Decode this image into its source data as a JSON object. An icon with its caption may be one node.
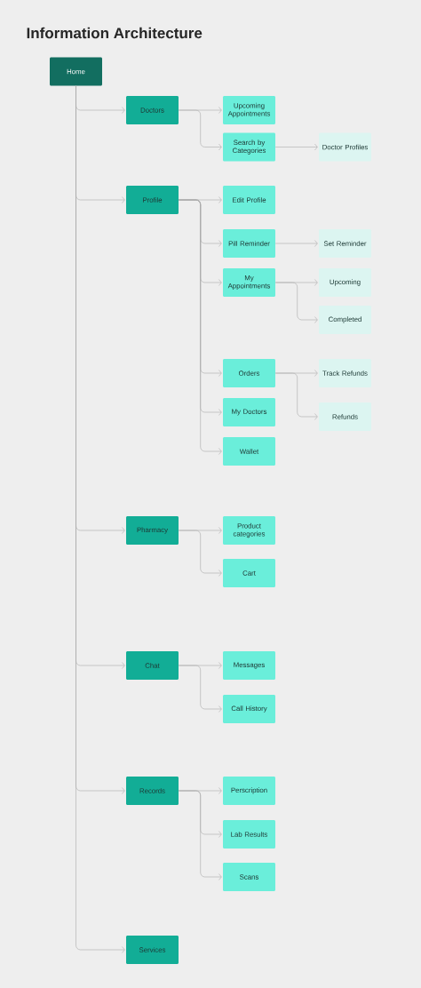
{
  "diagram": {
    "title": "Information Architecture",
    "nodes": [
      {
        "text": [
          "Home"
        ]
      },
      {
        "text": [
          "Doctors"
        ]
      },
      {
        "text": [
          "Upcoming Appointments"
        ]
      },
      {
        "text": [
          "Search by Categories"
        ]
      },
      {
        "text": [
          "Doctor Profiles"
        ]
      },
      {
        "text": [
          "Profile"
        ]
      },
      {
        "text": [
          "Edit Profile"
        ]
      },
      {
        "text": [
          "Pill Reminder"
        ]
      },
      {
        "text": [
          "Set Reminder"
        ]
      },
      {
        "text": [
          "My Appointments"
        ]
      },
      {
        "text": [
          "Upcoming"
        ]
      },
      {
        "text": [
          "Completed"
        ]
      },
      {
        "text": [
          "Orders"
        ]
      },
      {
        "text": [
          "Track Refunds"
        ]
      },
      {
        "text": [
          "Refunds"
        ]
      },
      {
        "text": [
          "My Doctors"
        ]
      },
      {
        "text": [
          "Wallet"
        ]
      },
      {
        "text": [
          "Pharmacy"
        ]
      },
      {
        "text": [
          "Product categories"
        ]
      },
      {
        "text": [
          "Cart"
        ]
      },
      {
        "text": [
          "Chat"
        ]
      },
      {
        "text": [
          "Messages"
        ]
      },
      {
        "text": [
          "Call History"
        ]
      },
      {
        "text": [
          "Records"
        ]
      },
      {
        "text": [
          "Perscription"
        ]
      },
      {
        "text": [
          "Lab Results"
        ]
      },
      {
        "text": [
          "Scans"
        ]
      },
      {
        "text": [
          "Services"
        ]
      }
    ],
    "edges": [
      {
        "from": 0,
        "to": 1,
        "arrow": "to"
      },
      {
        "from": 1,
        "to": 2,
        "arrow": "to"
      },
      {
        "from": 1,
        "to": 3,
        "arrow": "to"
      },
      {
        "from": 3,
        "to": 4,
        "arrow": "to"
      },
      {
        "from": 0,
        "to": 5,
        "arrow": "to"
      },
      {
        "from": 5,
        "to": 6,
        "arrow": "to"
      },
      {
        "from": 5,
        "to": 7,
        "arrow": "to"
      },
      {
        "from": 7,
        "to": 8,
        "arrow": "to"
      },
      {
        "from": 5,
        "to": 9,
        "arrow": "to"
      },
      {
        "from": 9,
        "to": 10,
        "arrow": "to"
      },
      {
        "from": 9,
        "to": 11,
        "arrow": "to"
      },
      {
        "from": 5,
        "to": 12,
        "arrow": "to"
      },
      {
        "from": 12,
        "to": 13,
        "arrow": "to"
      },
      {
        "from": 12,
        "to": 14,
        "arrow": "to"
      },
      {
        "from": 5,
        "to": 15,
        "arrow": "to"
      },
      {
        "from": 5,
        "to": 16,
        "arrow": "to"
      },
      {
        "from": 0,
        "to": 17,
        "arrow": "to"
      },
      {
        "from": 17,
        "to": 18,
        "arrow": "to"
      },
      {
        "from": 17,
        "to": 19,
        "arrow": "to"
      },
      {
        "from": 0,
        "to": 20,
        "arrow": "to"
      },
      {
        "from": 20,
        "to": 21,
        "arrow": "to"
      },
      {
        "from": 20,
        "to": 22,
        "arrow": "to"
      },
      {
        "from": 0,
        "to": 23,
        "arrow": "to"
      },
      {
        "from": 23,
        "to": 24,
        "arrow": "to"
      },
      {
        "from": 23,
        "to": 25,
        "arrow": "to"
      },
      {
        "from": 23,
        "to": 26,
        "arrow": "to"
      },
      {
        "from": 0,
        "to": 27,
        "arrow": "to"
      }
    ]
  }
}
